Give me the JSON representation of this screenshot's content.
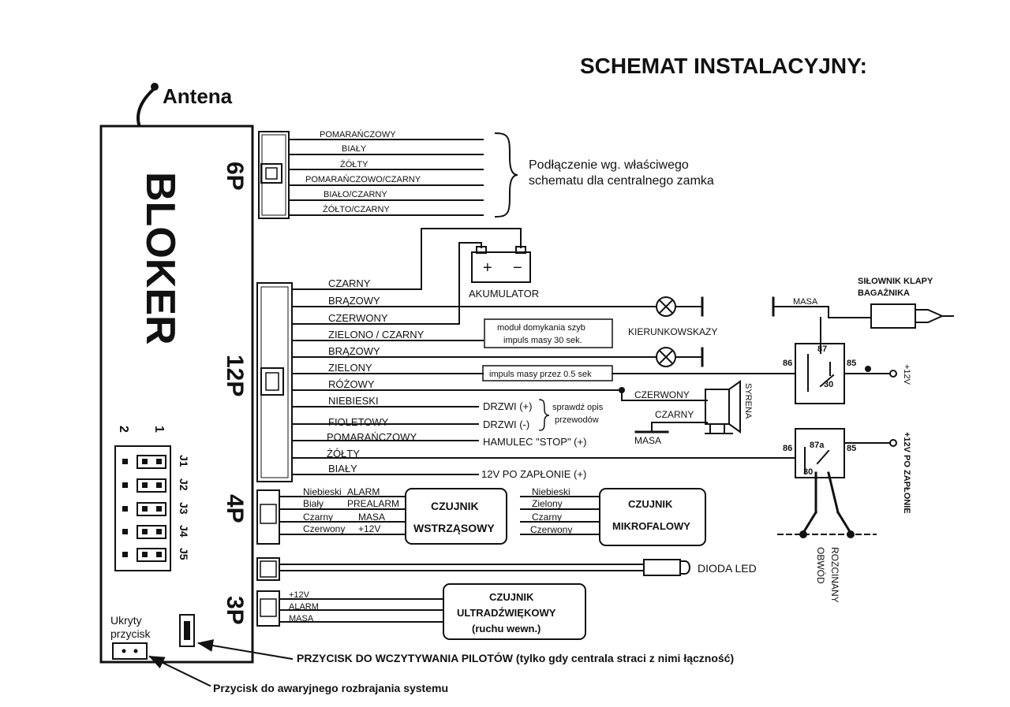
{
  "title": "SCHEMAT INSTALACYJNY:",
  "antenna": "Antena",
  "unit": "BLOKER",
  "connectors": {
    "c6p": "6P",
    "c12p": "12P",
    "c4p": "4P",
    "c3p": "3P"
  },
  "wires_6p": [
    "POMARAŃCZOWY",
    "BIAŁY",
    "ŻÓŁTY",
    "POMARAŃCZOWO/CZARNY",
    "BIAŁO/CZARNY",
    "ŻÓŁTO/CZARNY"
  ],
  "central_lock_note": [
    "Podłączenie wg. właściwego",
    "schematu dla centralnego zamka"
  ],
  "wires_12p": [
    "CZARNY",
    "BRĄZOWY",
    "CZERWONY",
    "ZIELONO / CZARNY",
    "BRĄZOWY",
    "ZIELONY",
    "RÓŻOWY",
    "NIEBIESKI",
    "FIOLETOWY",
    "POMARAŃCZOWY",
    "ŻÓŁTY",
    "BIAŁY"
  ],
  "battery": {
    "label": "AKUMULATOR",
    "plus": "+",
    "minus": "−"
  },
  "window_module": [
    "moduł domykania szyb",
    "impuls masy 30 sek."
  ],
  "pulse_box": "impuls masy przez 0.5 sek",
  "turn_signals": "KIERUNKOWSKAZY",
  "door_plus": "DRZWI (+)",
  "door_minus": "DRZWI (-)",
  "check_desc": [
    "sprawdź opis",
    "przewodów"
  ],
  "brake": "HAMULEC \"STOP\" (+)",
  "ignition": "12V PO ZAPŁONIE (+)",
  "siren": {
    "label": "SYRENA",
    "red": "CZERWONY",
    "black": "CZARNY",
    "ground": "MASA"
  },
  "trunk": {
    "title": [
      "SIŁOWNIK KLAPY",
      "BAGAŻNIKA"
    ],
    "ground": "MASA"
  },
  "relay1": {
    "p86": "86",
    "p87": "87",
    "p85": "85",
    "p30": "30",
    "supply": "+12V"
  },
  "relay2": {
    "p86": "86",
    "p87a": "87a",
    "p85": "85",
    "p30": "30",
    "supply": "+12V PO ZAPŁONIE"
  },
  "cut_circuit": [
    "ROZCINANY",
    "OBWÓD"
  ],
  "wires_4p": [
    {
      "color": "Niebieski",
      "func": "ALARM"
    },
    {
      "color": "Biały",
      "func": "PREALARM"
    },
    {
      "color": "Czarny",
      "func": "MASA"
    },
    {
      "color": "Czerwony",
      "func": "+12V"
    }
  ],
  "shock_sensor": [
    "CZUJNIK",
    "WSTRZĄSOWY"
  ],
  "micro_wires": [
    "Niebieski",
    "Zielony",
    "Czarny",
    "Czerwony"
  ],
  "micro_sensor": [
    "CZUJNIK",
    "MIKROFALOWY"
  ],
  "led": "DIODA LED",
  "wires_3p": [
    "+12V",
    "ALARM",
    "MASA"
  ],
  "ultra_sensor": [
    "CZUJNIK",
    "ULTRADŹWIĘKOWY",
    "(ruchu wewn.)"
  ],
  "jumpers": {
    "col2": "2",
    "col1": "1",
    "labels": [
      "J1",
      "J2",
      "J3",
      "J4",
      "J5"
    ]
  },
  "hidden_button": [
    "Ukryty",
    "przycisk"
  ],
  "learn_note": "PRZYCISK DO WCZYTYWANIA PILOTÓW (tylko gdy centrala straci z nimi łączność)",
  "emergency_note": "Przycisk do awaryjnego rozbrajania systemu"
}
